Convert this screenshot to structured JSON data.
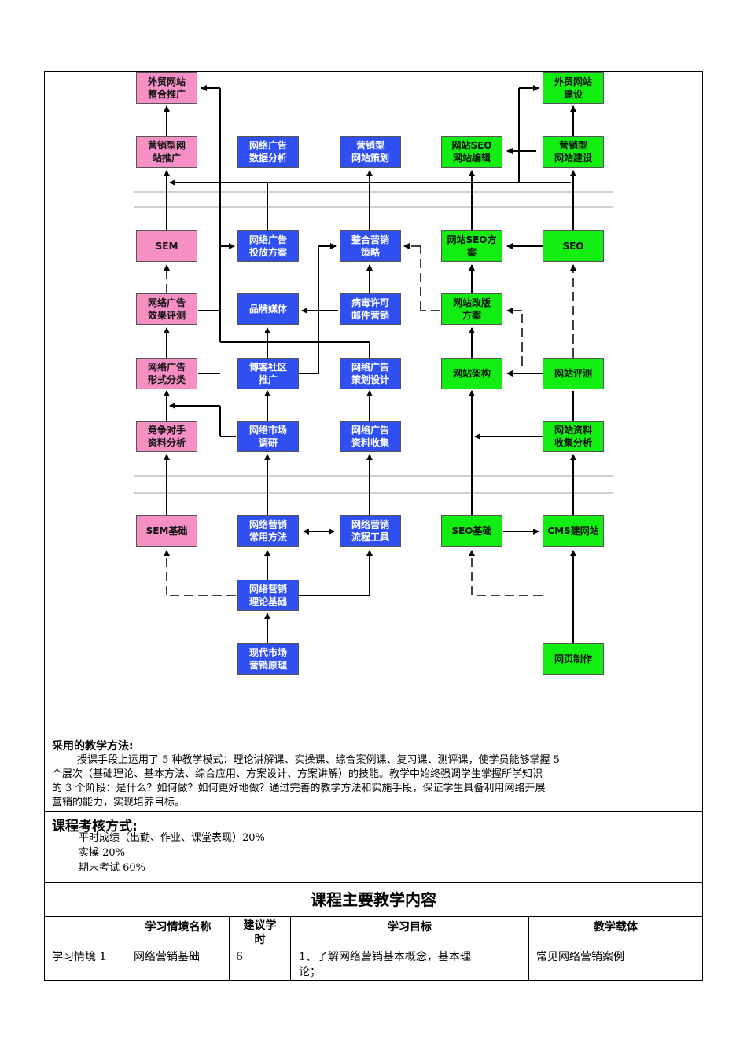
{
  "diagram": {
    "boxes": [
      {
        "id": "wmzd",
        "label": "外贸网站\n整合推广",
        "color": "pink"
      },
      {
        "id": "yxwz",
        "label": "营销型网\n站推广",
        "color": "pink"
      },
      {
        "id": "sem",
        "label": "SEM",
        "color": "pink"
      },
      {
        "id": "ggxg",
        "label": "网络广告\n效果评测",
        "color": "pink"
      },
      {
        "id": "ggxs",
        "label": "网络广告\n形式分类",
        "color": "pink"
      },
      {
        "id": "jzds",
        "label": "竞争对手\n资料分析",
        "color": "pink"
      },
      {
        "id": "semjc",
        "label": "SEM基础",
        "color": "pink"
      },
      {
        "id": "ggsj",
        "label": "网络广告\n数据分析",
        "color": "blue"
      },
      {
        "id": "ggtf",
        "label": "网络广告\n投放方案",
        "color": "blue"
      },
      {
        "id": "ppmt",
        "label": "品牌媒体",
        "color": "blue"
      },
      {
        "id": "bksq",
        "label": "博客社区\n推广",
        "color": "blue"
      },
      {
        "id": "scdy",
        "label": "网络市场\n调研",
        "color": "blue"
      },
      {
        "id": "yxcy",
        "label": "网络营销\n常用方法",
        "color": "blue"
      },
      {
        "id": "yxll",
        "label": "网络营销\n理论基础",
        "color": "blue"
      },
      {
        "id": "xdsc",
        "label": "现代市场\n营销原理",
        "color": "blue"
      },
      {
        "id": "yxch",
        "label": "营销型\n网站策划",
        "color": "blue"
      },
      {
        "id": "zhyx",
        "label": "整合营销\n策略",
        "color": "blue"
      },
      {
        "id": "bdxk",
        "label": "病毒许可\n邮件营销",
        "color": "blue"
      },
      {
        "id": "ggch",
        "label": "网络广告\n策划设计",
        "color": "blue"
      },
      {
        "id": "ggzl",
        "label": "网络广告\n资料收集",
        "color": "blue"
      },
      {
        "id": "yxlc",
        "label": "网络营销\n流程工具",
        "color": "blue"
      },
      {
        "id": "seobj",
        "label": "网站SEO\n网站编辑",
        "color": "green"
      },
      {
        "id": "seofa",
        "label": "网站SEO方\n案",
        "color": "green"
      },
      {
        "id": "gbfa",
        "label": "网站改版\n方案",
        "color": "green"
      },
      {
        "id": "wzjg",
        "label": "网站架构",
        "color": "green"
      },
      {
        "id": "seojc",
        "label": "SEO基础",
        "color": "green"
      },
      {
        "id": "wmjs",
        "label": "外贸网站\n建设",
        "color": "green"
      },
      {
        "id": "yxjs",
        "label": "营销型\n网站建设",
        "color": "green"
      },
      {
        "id": "seo",
        "label": "SEO",
        "color": "green"
      },
      {
        "id": "wzpc",
        "label": "网站评测",
        "color": "green"
      },
      {
        "id": "zlsj",
        "label": "网站资料\n收集分析",
        "color": "green"
      },
      {
        "id": "cms",
        "label": "CMS建网站",
        "color": "green"
      },
      {
        "id": "wyzz",
        "label": "网页制作",
        "color": "green"
      }
    ]
  },
  "methods": {
    "title": "采用的教学方法:",
    "lines": [
      "授课手段上运用了 5 种教学模式：理论讲解课、实操课、综合案例课、复习课、测评课，使学员能够掌握 5",
      "个层次（基础理论、基本方法、综合应用、方案设计、方案讲解）的技能。教学中始终强调学生掌握所学知识",
      "的 3 个阶段：是什么？如何做？如何更好地做？通过完善的教学方法和实施手段，保证学生具备利用网络开展",
      "营销的能力，实现培养目标。"
    ]
  },
  "assessment": {
    "title": "课程考核方式:",
    "items": [
      "平时成绩（出勤、作业、课堂表现）20%",
      "实操 20%",
      "期末考试 60%"
    ]
  },
  "content": {
    "title": "课程主要教学内容",
    "headers": [
      "学习情境名称",
      "建议学\n时",
      "学习目标",
      "教学载体"
    ],
    "row": {
      "index": "学习情境 1",
      "name": "网络营销基础",
      "hours": "6",
      "goal": "1、了解网络营销基本概念，基本理\n论；",
      "carrier": "常见网络营销案例"
    }
  }
}
